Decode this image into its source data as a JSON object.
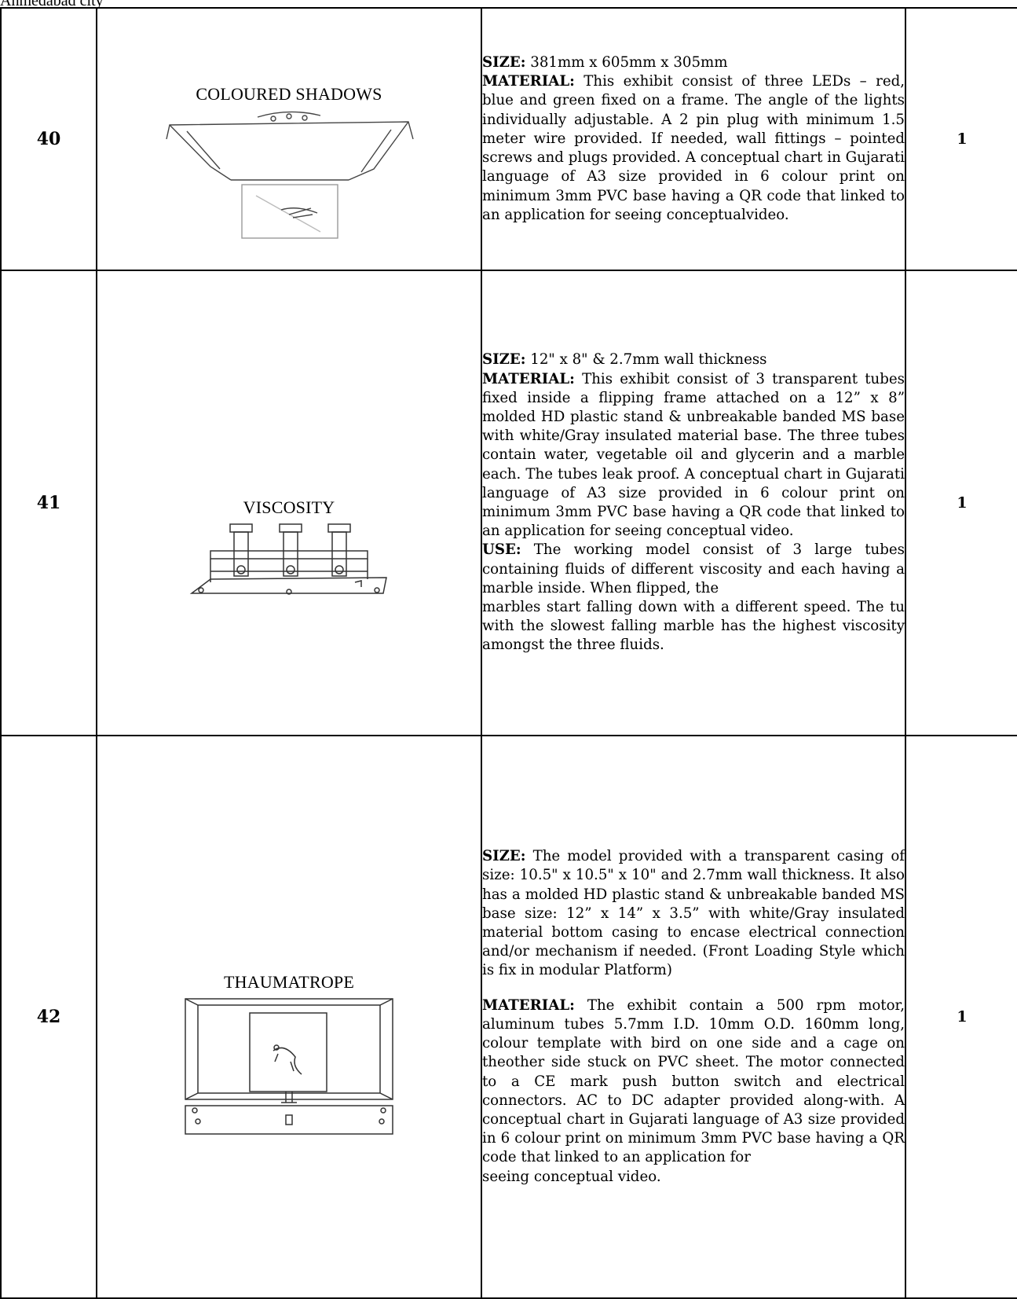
{
  "page": {
    "top_caption": "Ahmedabad city"
  },
  "rows": [
    {
      "num": "40",
      "title": "COLOURED SHADOWS",
      "qty": "1",
      "size_label": "SIZE:",
      "size_text": " 381mm x 605mm x 305mm",
      "material_label": "MATERIAL:",
      "material_text": " This exhibit consist of three LEDs – red, blue and green fixed on a frame. The angle of the lights individually adjustable. A 2 pin plug with minimum 1.5 meter wire provided. If needed, wall fittings – pointed screws and plugs provided. A conceptual chart in Gujarati language of A3 size provided in 6 colour print on minimum 3mm PVC base having a QR code that linked to an application for seeing conceptualvideo."
    },
    {
      "num": "41",
      "title": "VISCOSITY",
      "qty": "1",
      "size_label": "SIZE:",
      "size_text": " 12\" x 8\" & 2.7mm wall thickness",
      "material_label": "MATERIAL:",
      "material_text": " This exhibit consist of 3 transparent tubes fixed inside a flipping frame attached on a 12” x 8” molded HD plastic stand & unbreakable banded MS base with white/Gray insulated material base. The three tubes contain water, vegetable oil and glycerin and a marble each. The tubes leak proof. A conceptual chart in Gujarati language of A3 size provided in 6 colour print on minimum 3mm PVC base having a QR code that linked to an application for seeing conceptual video.",
      "use_label": "USE:",
      "use_text": " The working model consist of 3 large tubes containing fluids of different viscosity and each having a marble inside. When flipped, the",
      "use_text2": "marbles start falling down with a different speed. The tu with the slowest falling marble has the highest viscosity amongst the three fluids."
    },
    {
      "num": "42",
      "title": "THAUMATROPE",
      "qty": "1",
      "size_label": "SIZE:",
      "size_text": " The model provided with a transparent casing of size: 10.5\" x 10.5\" x 10\" and 2.7mm wall thickness. It also has a molded HD plastic stand & unbreakable banded MS base size: 12” x 14” x 3.5” with white/Gray insulated material bottom casing to encase electrical connection and/or mechanism if needed. (Front Loading Style which is fix in modular Platform)",
      "material_label": "MATERIAL:",
      "material_text": " The exhibit contain a 500 rpm motor, aluminum tubes 5.7mm I.D. 10mm O.D. 160mm long, colour template with bird on one side and a cage on theother side stuck on PVC sheet. The motor connected to a CE mark push button switch and electrical connectors. AC to DC adapter provided along-with. A conceptual chart in Gujarati language of A3 size provided in 6 colour print on minimum 3mm PVC base having a QR code that linked to an application for",
      "material_text2": "seeing conceptual video."
    }
  ]
}
